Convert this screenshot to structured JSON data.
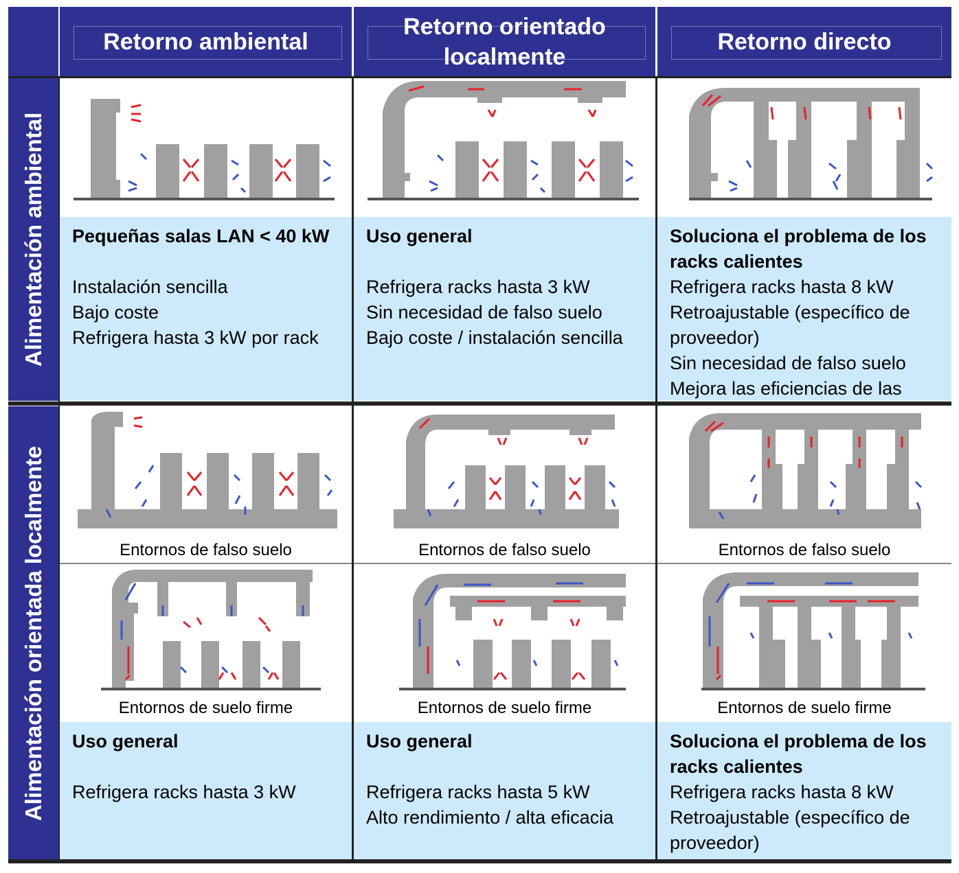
{
  "columns": [
    {
      "label_lines": [
        "Retorno ambiental"
      ]
    },
    {
      "label_lines": [
        "Retorno orientado",
        "localmente"
      ]
    },
    {
      "label_lines": [
        "Retorno directo"
      ]
    }
  ],
  "rows": [
    {
      "label": "Alimentación ambiental"
    },
    {
      "label": "Alimentación orientada localmente"
    }
  ],
  "captions": {
    "raised_floor": "Entornos de falso suelo",
    "hard_floor": "Entornos de suelo firme"
  },
  "row1_text": [
    {
      "title_lines": [
        "Pequeñas salas LAN < 40 kW"
      ],
      "gap": true,
      "lines": [
        "Instalación sencilla",
        "Bajo coste",
        "Refrigera hasta 3 kW por rack"
      ]
    },
    {
      "title_lines": [
        "Uso general"
      ],
      "gap": true,
      "lines": [
        "Refrigera racks hasta 3 kW",
        "Sin necesidad de falso suelo",
        "Bajo coste / instalación sencilla"
      ]
    },
    {
      "title_lines": [
        "Soluciona el problema de los",
        "racks calientes"
      ],
      "gap": false,
      "lines": [
        "Refrigera racks hasta 8 kW",
        "Retroajustable (específico de",
        "proveedor)",
        "Sin necesidad de falso suelo",
        "Mejora las eficiencias de las CRAC"
      ]
    }
  ],
  "row2_text": [
    {
      "title_lines": [
        "Uso general"
      ],
      "gap": true,
      "lines": [
        "Refrigera racks hasta 3 kW"
      ]
    },
    {
      "title_lines": [
        "Uso general"
      ],
      "gap": true,
      "lines": [
        "Refrigera racks hasta 5 kW",
        "Alto rendimiento / alta eficacia"
      ]
    },
    {
      "title_lines": [
        "Soluciona el problema de los",
        "racks calientes"
      ],
      "gap": false,
      "lines": [
        "Refrigera racks hasta 8 kW",
        "Retroajustable (específico de",
        "proveedor)"
      ]
    }
  ],
  "colors": {
    "header_bg": "#2e3191",
    "text_cell_bg": "#cdeafc",
    "equipment_gray": "#a0a0a0",
    "hot_arrow": "#e8202a",
    "cold_arrow": "#3b55c8"
  }
}
